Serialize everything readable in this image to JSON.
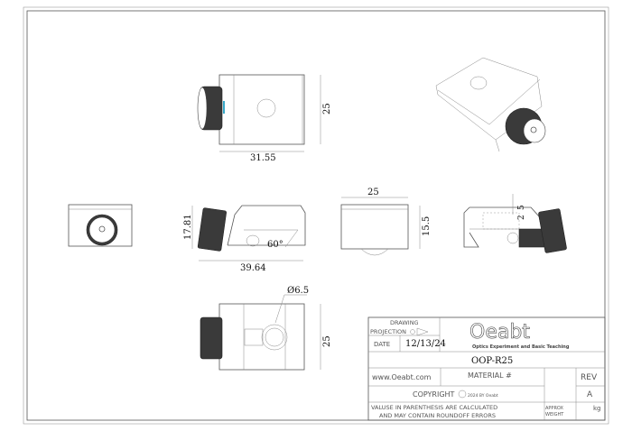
{
  "dimensions": {
    "top_width": "31.55",
    "top_height": "25",
    "front_height": "17.81",
    "front_width": "39.64",
    "angle": "60°",
    "side_width": "25",
    "side_height": "15.5",
    "right_dim_a": "5",
    "right_dim_b": "2",
    "hole_diameter": "Ø6.5",
    "bottom_height": "25"
  },
  "title_block": {
    "drawing_label": "DRAWING",
    "projection_label": "PROJECTION",
    "date_label": "DATE",
    "date_value": "12/13/24",
    "logo_text": "Oeabt",
    "logo_tagline": "Optics Experiment and Basic Teaching",
    "part_number": "OOP-R25",
    "website": "www.Oeabt.com",
    "material_label": "MATERIAL #",
    "rev_label": "REV",
    "rev_value": "A",
    "copyright": "COPYRIGHT",
    "copyright_year": "2024 BY Oeabt",
    "note_line1": "VALUSE IN PARENTHESIS ARE CALCULATED",
    "note_line2": "AND MAY CONTAIN ROUNDOFF ERRORS",
    "approx_label": "APPROX",
    "weight_label": "WEIGHT",
    "weight_unit": "kg"
  }
}
